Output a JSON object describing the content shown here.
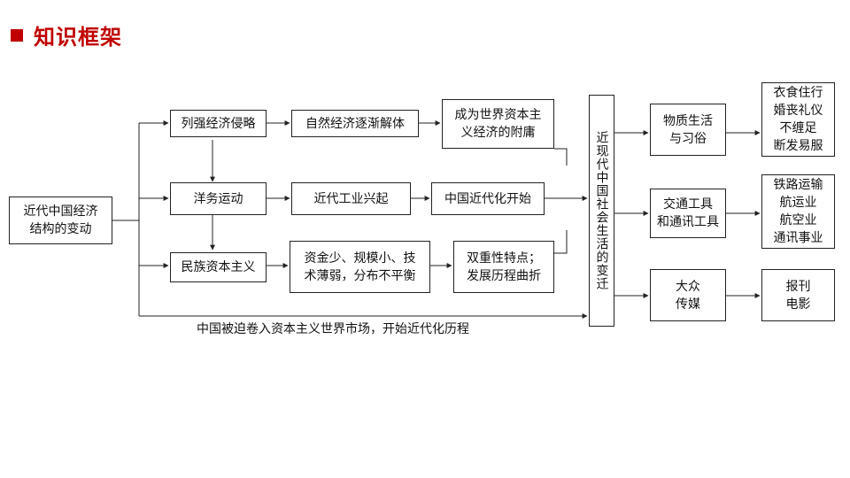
{
  "page_title": "知识框架",
  "diagram": {
    "root": "近代中国经济\n结构的变动",
    "row1": [
      "列强经济侵略",
      "自然经济逐渐解体",
      "成为世界资本主\n义经济的附庸"
    ],
    "row2": [
      "洋务运动",
      "近代工业兴起",
      "中国近代化开始"
    ],
    "row3": [
      "民族资本主义",
      "资金少、规模小、技\n术薄弱，分布不平衡",
      "双重性特点；\n发展历程曲折"
    ],
    "bottom_caption": "中国被迫卷入资本主义世界市场，开始近代化历程",
    "center": "近现代中国社会生活的变迁",
    "categories": [
      "物质生活\n与习俗",
      "交通工具\n和通讯工具",
      "大众\n传媒"
    ],
    "details": [
      "衣食住行\n婚丧礼仪\n不缠足\n断发易服",
      "铁路运输\n航运业\n航空业\n通讯事业",
      "报刊\n电影"
    ]
  }
}
